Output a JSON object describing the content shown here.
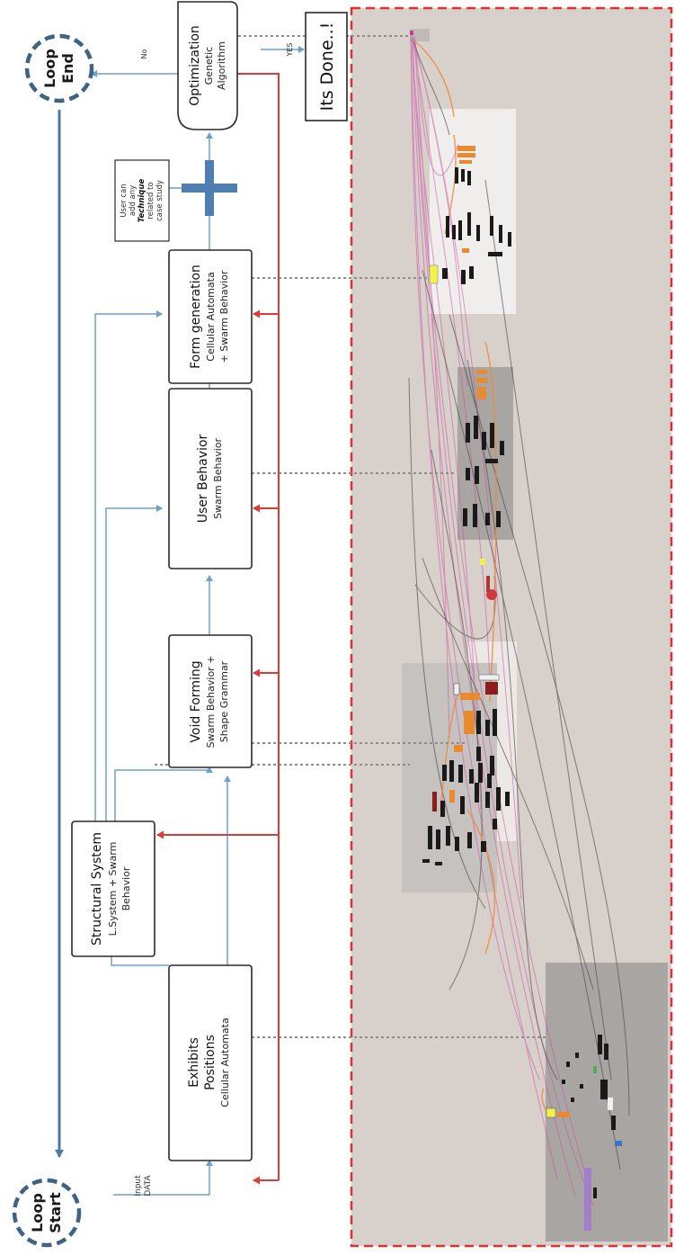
{
  "loops": {
    "start": {
      "line1": "Loop",
      "line2": "Start"
    },
    "end": {
      "line1": "Loop",
      "line2": "End"
    }
  },
  "input_label": {
    "line1": "Input",
    "line2": "DATA"
  },
  "nodes": {
    "exhibits": {
      "title1": "Exhibits",
      "title2": "Positions",
      "sub1": "Cellular Automata"
    },
    "structural": {
      "title1": "Structural System",
      "sub1": "L.System + Swarm",
      "sub2": "Behavior"
    },
    "void": {
      "title1": "Void Forming",
      "sub1": "Swarm Behavior +",
      "sub2": "Shape Grammar"
    },
    "user": {
      "title1": "User Behavior",
      "sub1": "Swarm Behavior"
    },
    "form": {
      "title1": "Form generation",
      "sub1": "Cellular Automata",
      "sub2": "+ Swarm Behavior"
    },
    "optimization": {
      "title1": "Optimization",
      "sub1": "Genetic",
      "sub2": "Algorithm"
    },
    "technique": {
      "line1": "User can",
      "line2": "add any",
      "line3": "Technique",
      "line4": "related to",
      "line5": "case study"
    },
    "done": {
      "label": "Its Done..!"
    }
  },
  "decisions": {
    "no": "No",
    "yes": "YES"
  },
  "colors": {
    "blue_line": "#6fa0c8",
    "loop_dark": "#3e6384",
    "red_line": "#dd3b36",
    "panel_bg": "#d8d0ca",
    "panel_border": "#e03030",
    "dotted": "#8e8e8e",
    "wire_pink": "#cc4fa3",
    "wire_orange": "#ef8a3c"
  }
}
